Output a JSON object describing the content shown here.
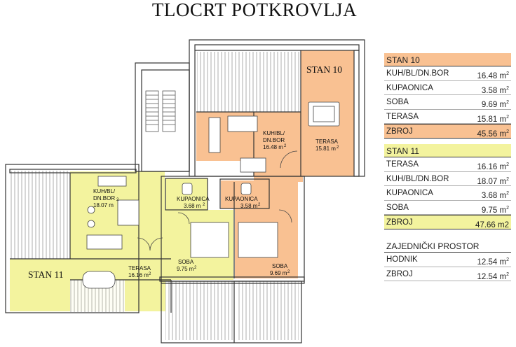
{
  "title": "TLOCRT POTKROVLJA",
  "colors": {
    "stan10": "#f9c192",
    "stan11": "#f3f39e",
    "wall": "#333333",
    "hatch": "#888888"
  },
  "plan": {
    "stan10_label": "STAN 10",
    "stan11_label": "STAN 11",
    "rooms": {
      "kuh10_name": "KUH/BL/",
      "kuh10_name2": "DN.BOR",
      "kuh10_area": "16.48 m",
      "terasa10_name": "TERASA",
      "terasa10_area": "15.81 m",
      "kup10_name": "KUPAONICA",
      "kup10_area": "3.58 m",
      "soba10_name": "SOBA",
      "soba10_area": "9.69 m",
      "kuh11_name": "KUH/BL/",
      "kuh11_name2": "DN.BOR",
      "kuh11_area": "18.07 m",
      "kup11_name": "KUPAONICA",
      "kup11_area": "3.68 m",
      "soba11_name": "SOBA",
      "soba11_area": "9.75 m",
      "terasa11_name": "TERASA",
      "terasa11_area": "16.16 m",
      "sq": "2"
    }
  },
  "table": {
    "stan10": {
      "header": "STAN 10",
      "rows": [
        {
          "name": "KUH/BL/DN.BOR",
          "value": "16.48 m",
          "sup": "2"
        },
        {
          "name": "KUPAONICA",
          "value": "3.58 m",
          "sup": "2"
        },
        {
          "name": "SOBA",
          "value": "9.69 m",
          "sup": "2"
        },
        {
          "name": "TERASA",
          "value": "15.81 m",
          "sup": "2"
        }
      ],
      "total": {
        "name": "ZBROJ",
        "value": "45.56 m",
        "sup": "2"
      }
    },
    "stan11": {
      "header": "STAN 11",
      "rows": [
        {
          "name": "TERASA",
          "value": "16.16 m",
          "sup": "2"
        },
        {
          "name": "KUH/BL/DN.BOR",
          "value": "18.07 m",
          "sup": "2"
        },
        {
          "name": "KUPAONICA",
          "value": "3.68 m",
          "sup": "2"
        },
        {
          "name": "SOBA",
          "value": "9.75 m",
          "sup": "2"
        }
      ],
      "total": {
        "name": "ZBROJ",
        "value": "47.66 m2",
        "sup": ""
      }
    },
    "zajednicki": {
      "header": "ZAJEDNIČKI PROSTOR",
      "rows": [
        {
          "name": "HODNIK",
          "value": "12.54 m",
          "sup": "2"
        },
        {
          "name": "ZBROJ",
          "value": "12.54 m",
          "sup": "2"
        }
      ]
    }
  }
}
